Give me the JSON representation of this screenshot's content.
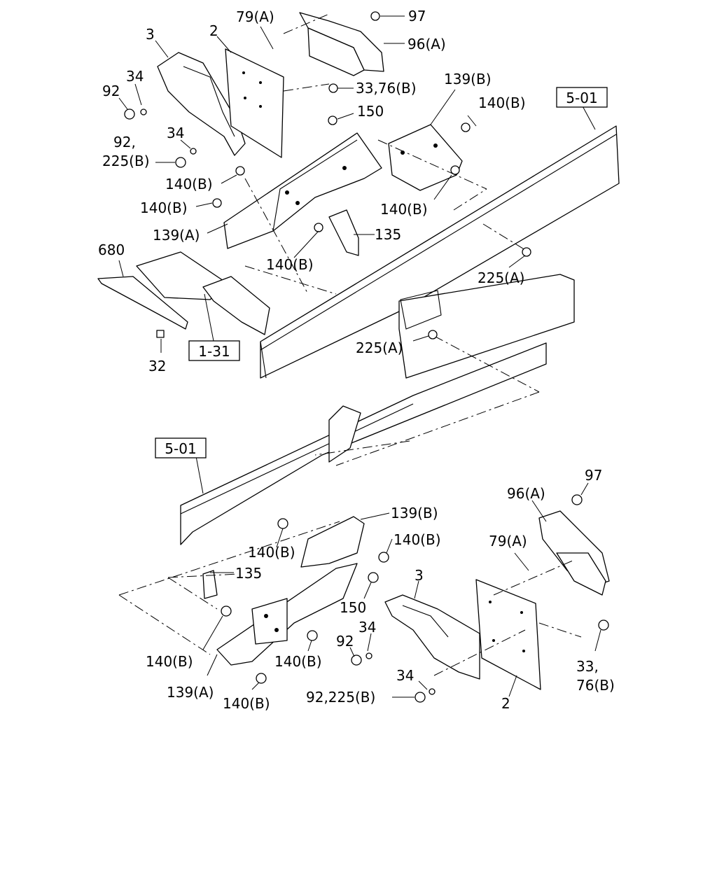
{
  "labels": {
    "top": {
      "p3": "3",
      "p2": "2",
      "p79a": "79(A)",
      "p97": "97",
      "p96a": "96(A)",
      "p34a": "34",
      "p92": "92",
      "p33_76b": "33,76(B)",
      "p139b": "139(B)",
      "p150": "150",
      "p140b_1": "140(B)",
      "p34b": "34",
      "p92_225b_1": "92,",
      "p92_225b_2": "225(B)",
      "p140b_2": "140(B)",
      "p140b_3": "140(B)",
      "p140b_4": "140(B)",
      "p139a": "139(A)",
      "p135": "135",
      "p680": "680",
      "p140b_5": "140(B)",
      "p225a_1": "225(A)",
      "p225a_2": "225(A)",
      "p32": "32"
    },
    "bottom": {
      "p97": "97",
      "p96a": "96(A)",
      "p139b": "139(B)",
      "p79a": "79(A)",
      "p140b_1": "140(B)",
      "p140b_2": "140(B)",
      "p135": "135",
      "p3": "3",
      "p150": "150",
      "p34a": "34",
      "p92": "92",
      "p140b_3": "140(B)",
      "p140b_4": "140(B)",
      "p33_76b_1": "33,",
      "p33_76b_2": "76(B)",
      "p139a": "139(A)",
      "p140b_5": "140(B)",
      "p34b": "34",
      "p92_225b": "92,225(B)",
      "p2": "2"
    }
  },
  "refs": {
    "frame_top": "5-01",
    "frame_bottom": "5-01",
    "sub_assembly": "1-31"
  }
}
